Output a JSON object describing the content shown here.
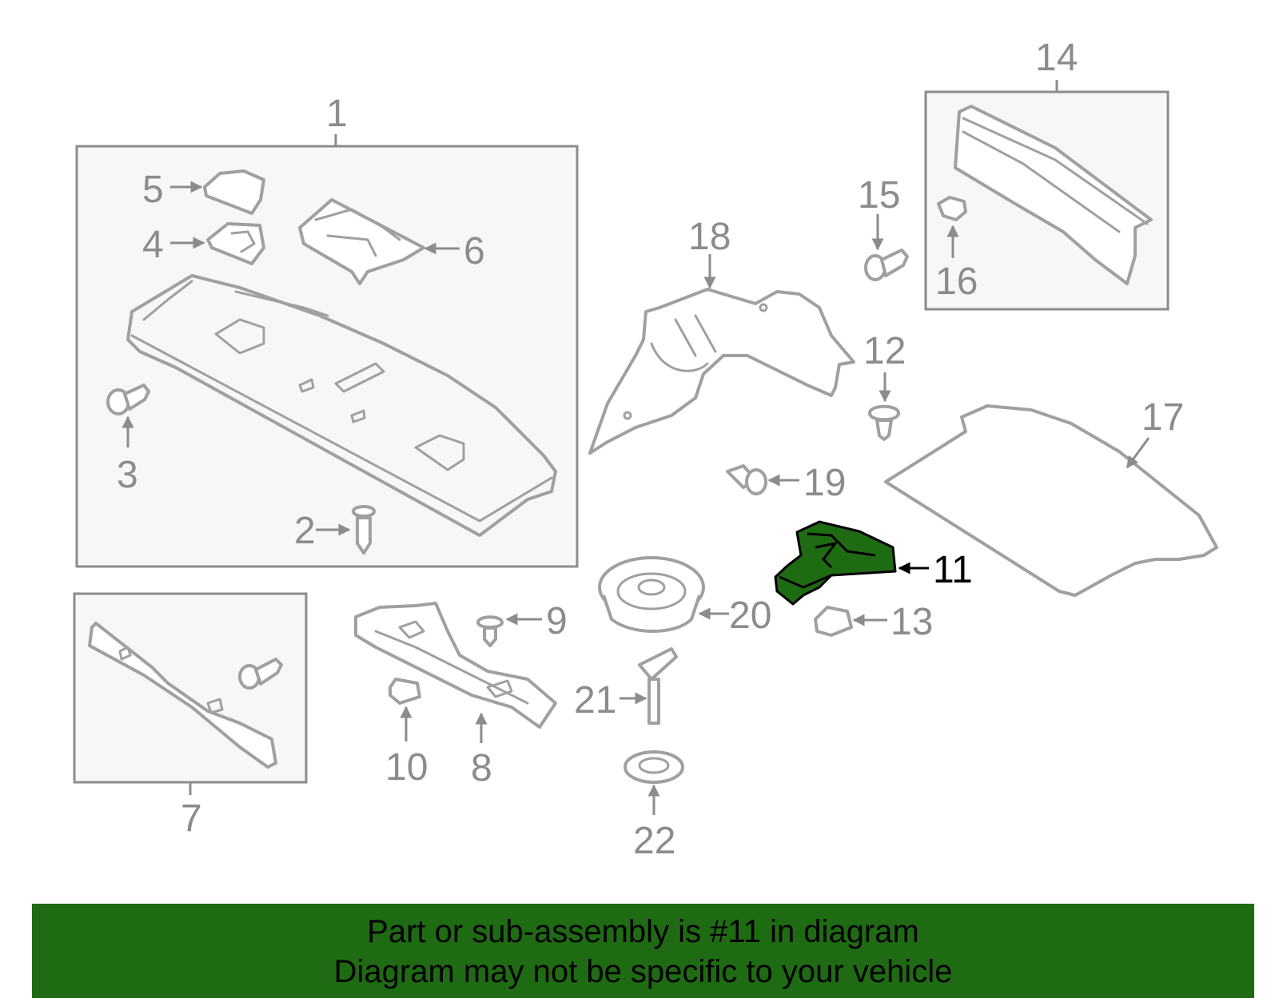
{
  "diagram": {
    "callouts": [
      "1",
      "2",
      "3",
      "4",
      "5",
      "6",
      "7",
      "8",
      "9",
      "10",
      "11",
      "12",
      "13",
      "14",
      "15",
      "16",
      "17",
      "18",
      "19",
      "20",
      "21",
      "22"
    ],
    "highlighted_part": "11",
    "colors": {
      "highlight_fill": "#1f6b13",
      "line_gray": "#a0a0a0",
      "label_gray": "#8c8c8c",
      "box_fill": "#f7f7f7"
    }
  },
  "banner": {
    "line1": "Part or sub-assembly is #11 in diagram",
    "line2": "Diagram may not be specific to your vehicle",
    "background": "#1f6b13"
  }
}
